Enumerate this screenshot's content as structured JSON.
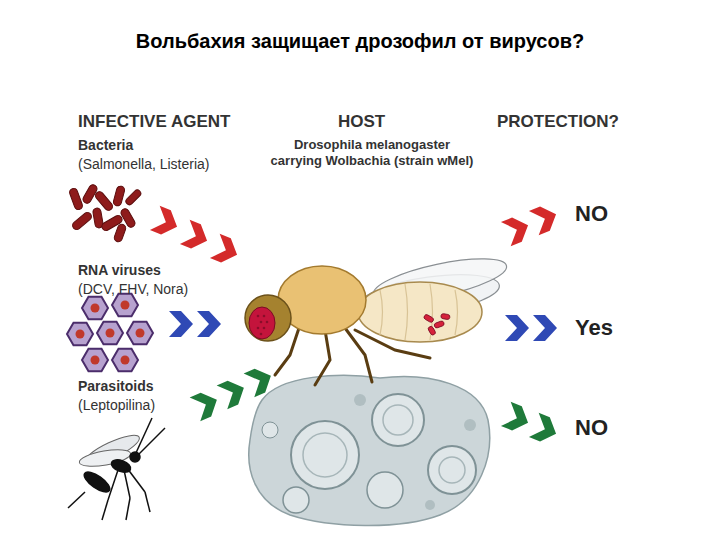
{
  "diagram": {
    "title": "Вольбахия защищает дрозофил от вирусов?",
    "labels": [
      "INFECTIVE AGENT",
      "HOST",
      "PROTECTION?",
      "Bacteria",
      "(Salmonella, Listeria)",
      "Drosophila melanogaster carrying Wolbachia (strain wMel)",
      "NO",
      "RNA viruses",
      "(DCV, FHV, Nora)",
      "Yes",
      "Parasitoids",
      "(Leptopilina)",
      "NO"
    ]
  }
}
